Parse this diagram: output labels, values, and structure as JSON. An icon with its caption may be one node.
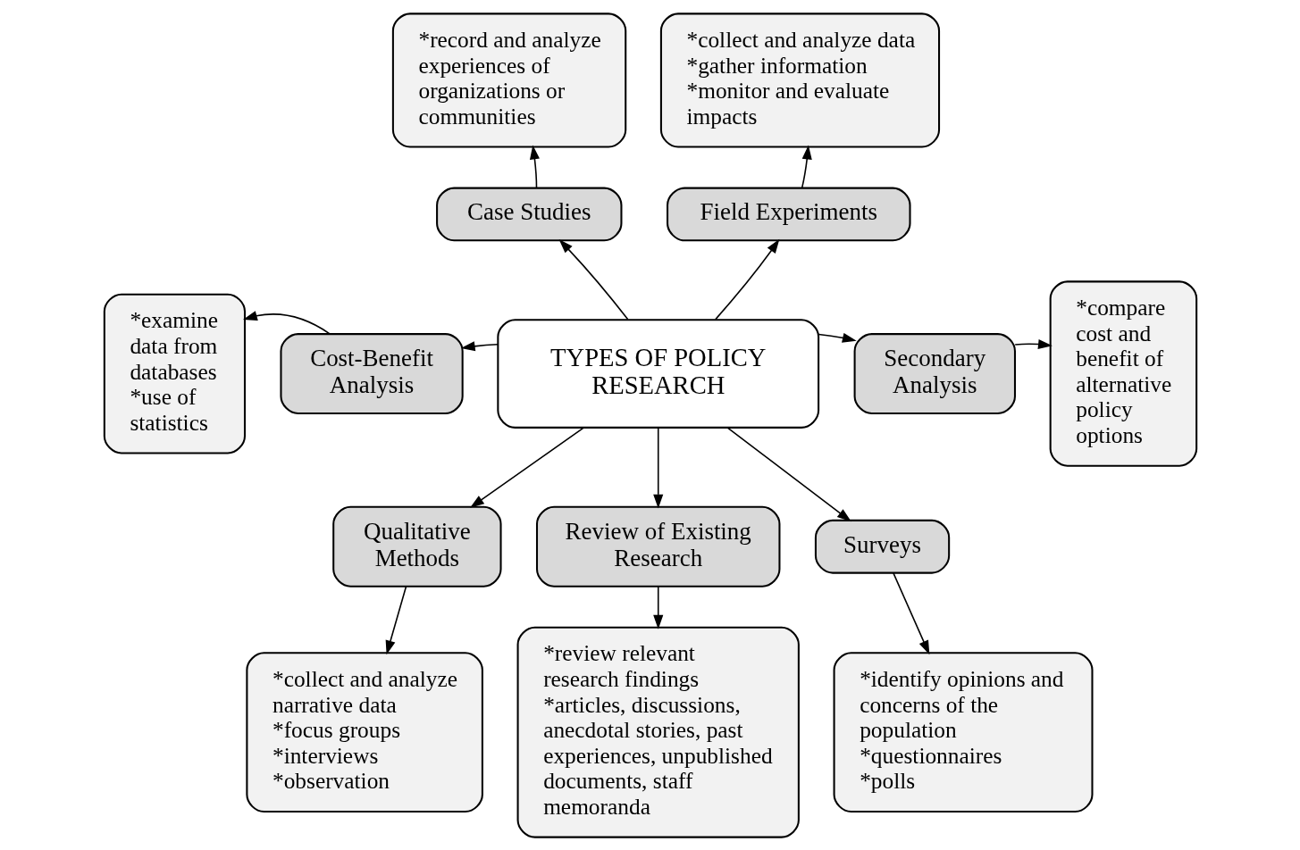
{
  "diagram": {
    "nodes": [
      {
        "text": [
          "*record and analyze experiences of organizations or communities"
        ]
      },
      {
        "text": [
          "*collect and analyze data",
          "*gather information",
          "*monitor and evaluate impacts"
        ]
      },
      {
        "text": [
          "Case Studies"
        ]
      },
      {
        "text": [
          "Field Experiments"
        ]
      },
      {
        "text": [
          "*examine data from databases",
          "*use of statistics"
        ]
      },
      {
        "text": [
          "Cost-Benefit Analysis"
        ]
      },
      {
        "text": [
          "TYPES OF POLICY RESEARCH"
        ]
      },
      {
        "text": [
          "Secondary Analysis"
        ]
      },
      {
        "text": [
          "*compare cost and benefit of alternative policy options"
        ]
      },
      {
        "text": [
          "Qualitative Methods"
        ]
      },
      {
        "text": [
          "Review of Existing Research"
        ]
      },
      {
        "text": [
          "Surveys"
        ]
      },
      {
        "text": [
          "*collect and analyze narrative data",
          "*focus groups",
          "*interviews",
          "*observation"
        ]
      },
      {
        "text": [
          "*review relevant research findings",
          "*articles, discussions, anecdotal stories, past experiences, unpublished documents, staff memoranda"
        ]
      },
      {
        "text": [
          "*identify opinions and concerns of the population",
          "*questionnaires",
          "*polls"
        ]
      }
    ],
    "edges": [
      {
        "from": 6,
        "to": 2,
        "arrow": "to"
      },
      {
        "from": 6,
        "to": 3,
        "arrow": "to"
      },
      {
        "from": 6,
        "to": 5,
        "arrow": "to"
      },
      {
        "from": 6,
        "to": 7,
        "arrow": "to"
      },
      {
        "from": 6,
        "to": 9,
        "arrow": "to"
      },
      {
        "from": 6,
        "to": 10,
        "arrow": "to"
      },
      {
        "from": 6,
        "to": 11,
        "arrow": "to"
      },
      {
        "from": 2,
        "to": 0,
        "arrow": "to"
      },
      {
        "from": 3,
        "to": 1,
        "arrow": "to"
      },
      {
        "from": 5,
        "to": 4,
        "arrow": "to"
      },
      {
        "from": 7,
        "to": 8,
        "arrow": "to"
      },
      {
        "from": 9,
        "to": 12,
        "arrow": "to"
      },
      {
        "from": 10,
        "to": 13,
        "arrow": "to"
      },
      {
        "from": 11,
        "to": 14,
        "arrow": "to"
      }
    ]
  }
}
